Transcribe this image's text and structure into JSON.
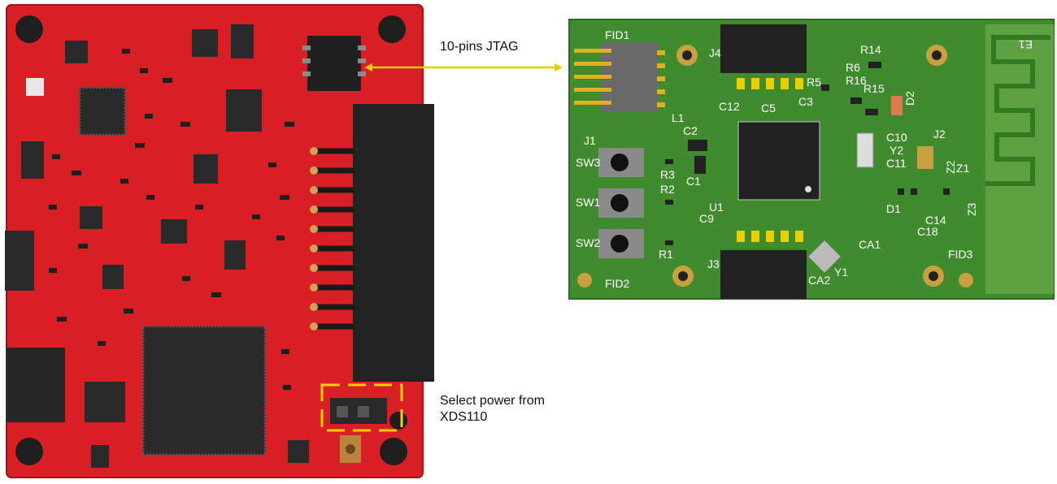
{
  "callouts": {
    "jtag": "10-pins JTAG",
    "power_line1": "Select power from",
    "power_line2": "XDS110"
  },
  "green_board": {
    "labels": {
      "fid1": "FID1",
      "fid2": "FID2",
      "fid3": "FID3",
      "j1": "J1",
      "j2": "J2",
      "j3": "J3",
      "j4": "J4",
      "l1": "L1",
      "sw1": "SW1",
      "sw2": "SW2",
      "sw3": "SW3",
      "r1": "R1",
      "r2": "R2",
      "r3": "R3",
      "r5": "R5",
      "r6": "R6",
      "r14": "R14",
      "r15": "R15",
      "r16": "R16",
      "c1": "C1",
      "c2": "C2",
      "c3": "C3",
      "c5": "C5",
      "c9": "C9",
      "c10": "C10",
      "c11": "C11",
      "c12": "C12",
      "c14": "C14",
      "c18": "C18",
      "u1": "U1",
      "y1": "Y1",
      "y2": "Y2",
      "d1": "D1",
      "d2": "D2",
      "z1": "Z1",
      "z2": "Z2",
      "z3": "Z3",
      "e1": "E1",
      "ca1": "CA1",
      "ca2": "CA2"
    }
  },
  "colors": {
    "red_board": "#d81f26",
    "green_board": "#3f8b2e",
    "pointer": "#e0d000"
  }
}
